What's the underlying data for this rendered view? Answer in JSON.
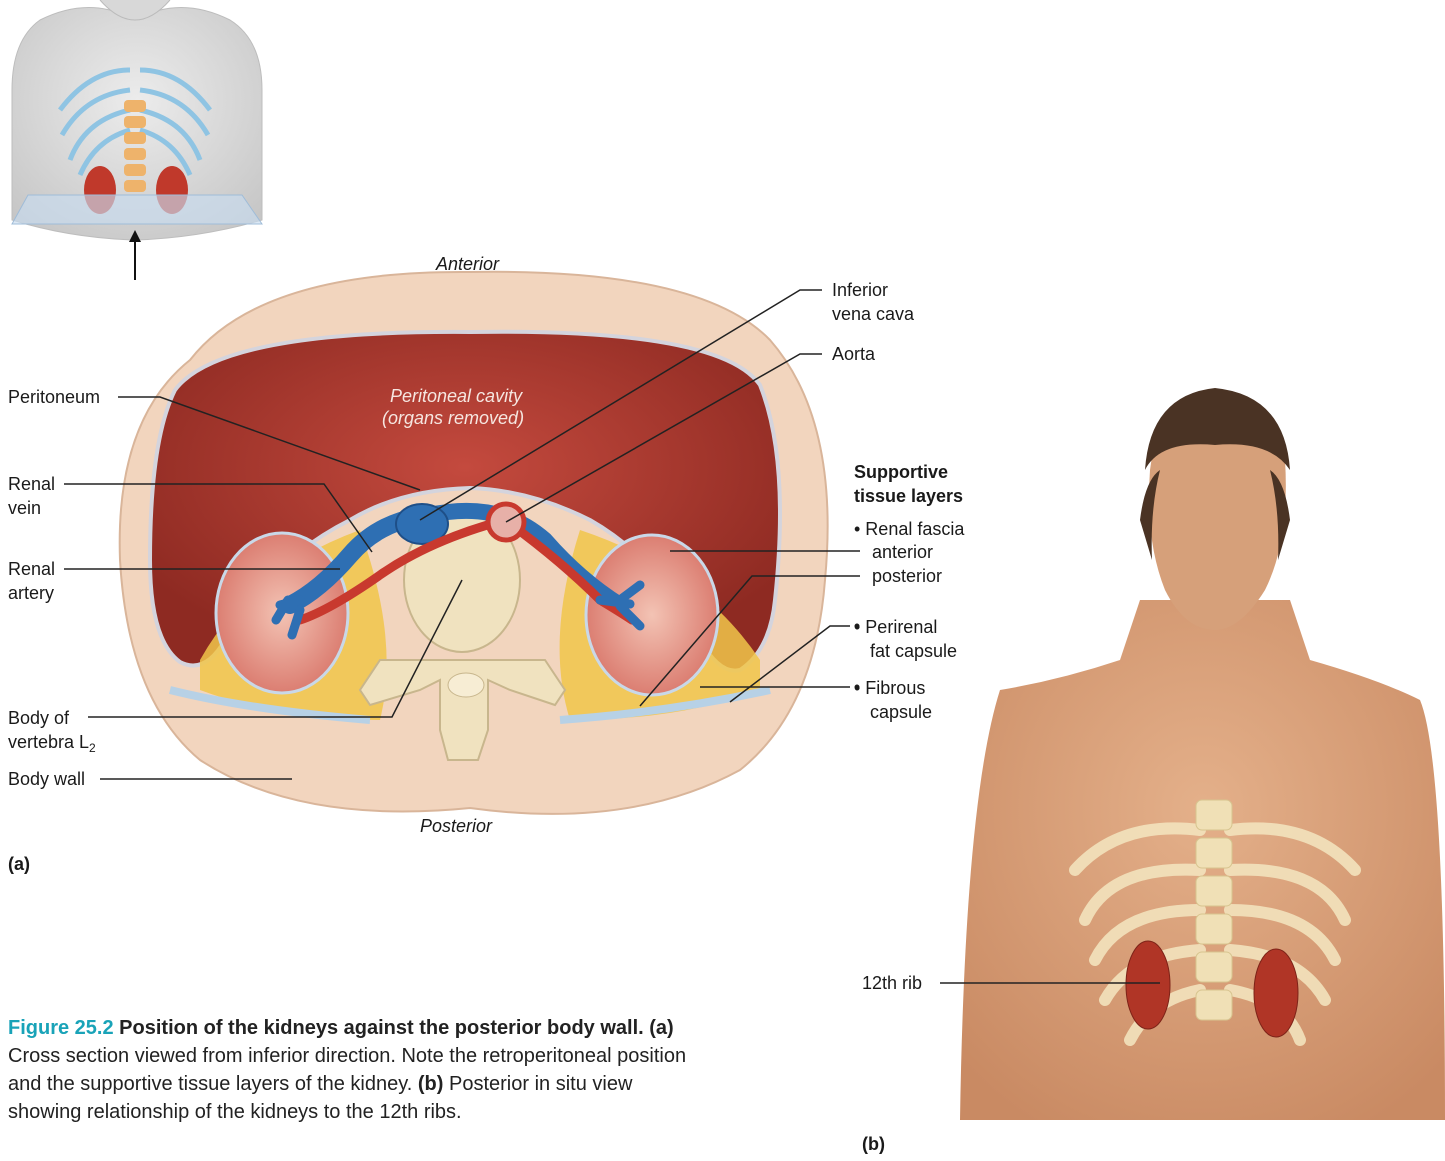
{
  "panel_a": {
    "anterior": "Anterior",
    "posterior": "Posterior",
    "cavity_line1": "Peritoneal cavity",
    "cavity_line2": "(organs removed)",
    "tag": "(a)"
  },
  "labels_left": {
    "peritoneum": "Peritoneum",
    "renal_vein_1": "Renal",
    "renal_vein_2": "vein",
    "renal_artery_1": "Renal",
    "renal_artery_2": "artery",
    "body_vertebra_1": "Body of",
    "body_vertebra_2": "vertebra L",
    "body_vertebra_sub": "2",
    "body_wall": "Body wall"
  },
  "labels_right": {
    "ivc_1": "Inferior",
    "ivc_2": "vena cava",
    "aorta": "Aorta",
    "supportive_1": "Supportive",
    "supportive_2": "tissue layers",
    "renal_fascia": "• Renal fascia",
    "anterior": "anterior",
    "posterior": "posterior",
    "perirenal_1": "• Perirenal",
    "perirenal_2": "fat capsule",
    "fibrous_1": "• Fibrous",
    "fibrous_2": "capsule"
  },
  "panel_b": {
    "rib_label": "12th rib",
    "tag": "(b)"
  },
  "caption": {
    "figure": "Figure 25.2",
    "title": "Position of the kidneys against the posterior body wall.",
    "a_tag": "(a)",
    "a_text": "Cross section viewed from inferior direction. Note the retroperitoneal position and the supportive tissue layers of the kidney.",
    "b_tag": "(b)",
    "b_text": "Posterior in situ view showing relationship of the kidneys to the 12th ribs."
  },
  "colors": {
    "caption_accent": "#19a3b8",
    "body_wall": "#f2d5be",
    "muscle": "#a8332b",
    "vein": "#2e6fb3",
    "artery": "#c8392e",
    "fat": "#f1c64a",
    "bone": "#f0e2bf"
  }
}
